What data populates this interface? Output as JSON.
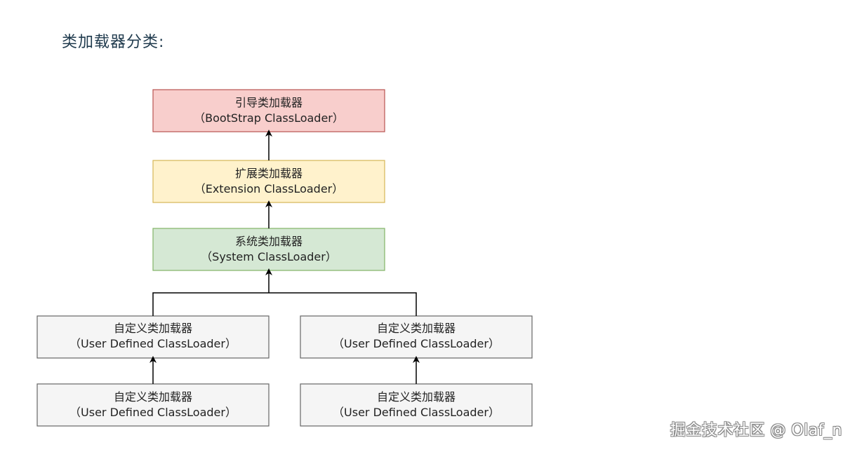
{
  "heading": "类加载器分类:",
  "colors": {
    "bootstrap_fill": "#f8cecc",
    "bootstrap_stroke": "#b85450",
    "extension_fill": "#fff2cc",
    "extension_stroke": "#d6b656",
    "system_fill": "#d5e8d4",
    "system_stroke": "#82b366",
    "user_fill": "#f5f5f5",
    "user_stroke": "#666666"
  },
  "nodes": {
    "bootstrap": {
      "line1": "引导类加载器",
      "line2": "（BootStrap ClassLoader）"
    },
    "extension": {
      "line1": "扩展类加载器",
      "line2": "（Extension ClassLoader）"
    },
    "system": {
      "line1": "系统类加载器",
      "line2": "（System ClassLoader）"
    },
    "user_left_top": {
      "line1": "自定义类加载器",
      "line2": "（User Defined ClassLoader）"
    },
    "user_right_top": {
      "line1": "自定义类加载器",
      "line2": "（User Defined ClassLoader）"
    },
    "user_left_bottom": {
      "line1": "自定义类加载器",
      "line2": "（User Defined ClassLoader）"
    },
    "user_right_bottom": {
      "line1": "自定义类加载器",
      "line2": "（User Defined ClassLoader）"
    }
  },
  "watermark": "掘金技术社区 @ Olaf_n"
}
